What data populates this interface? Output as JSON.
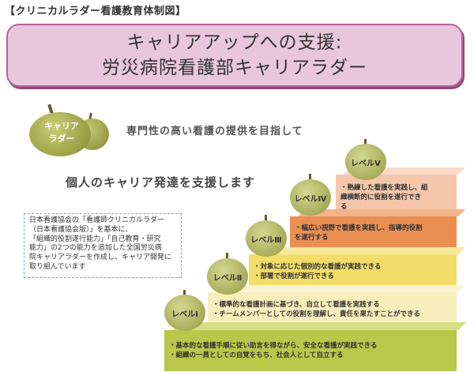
{
  "header": "【クリニカルラダー看護教育体制図】",
  "title": {
    "line1": "キャリアアップへの支援:",
    "line2": "労災病院看護部キャリアラダー"
  },
  "apple_icon": {
    "line1": "キャリア",
    "line2": "ラダー"
  },
  "subtitle1": "専門性の高い看護の提供を目指して",
  "subtitle2": "個人のキャリア発達を支援します",
  "note": [
    "日本看護協会の「看護師クリニカルラダー",
    "（日本看護協会版）」を基本に、",
    "「組織的役割遂行能力」「自己教育・研究",
    "能力」の2つの能力を追加した全国労災病",
    "院キャリアラダーを作成し、キャリア開発に",
    "取り組んでいます"
  ],
  "levels": [
    {
      "label": "レベルⅠ",
      "lines": [
        "・基本的な看護手順に従い助言を得ながら、安全な看護が実践できる",
        "・組織の一員としての自覚をもち、社会人として自立する"
      ]
    },
    {
      "label": "レベルⅡ",
      "lines": [
        "・標準的な看護計画に基づき、自立して看護を実践する",
        "・チームメンバーとしての役割を理解し、責任を果たすことができる"
      ]
    },
    {
      "label": "レベルⅢ",
      "lines": [
        "・対象に応じた個別的な看護が実践できる",
        "・部署で役割が遂行できる"
      ]
    },
    {
      "label": "レベルⅣ",
      "lines": [
        "・幅広い視野で看護を実践し、指導的役割",
        "を遂行する"
      ]
    },
    {
      "label": "レベルⅤ",
      "lines": [
        "・熟練した看護を実践し、組",
        "織横断的に役割を遂行でき",
        "る"
      ]
    }
  ],
  "colors": {
    "title_bg": "#e8c7dc",
    "title_border": "#b2659b",
    "level1": "#b7c84a",
    "level2": "#f7eebc",
    "level3": "#f3dd6a",
    "level4": "#e98f52",
    "level5": "#f4c7ab",
    "note_border": "#6fa6d0"
  }
}
